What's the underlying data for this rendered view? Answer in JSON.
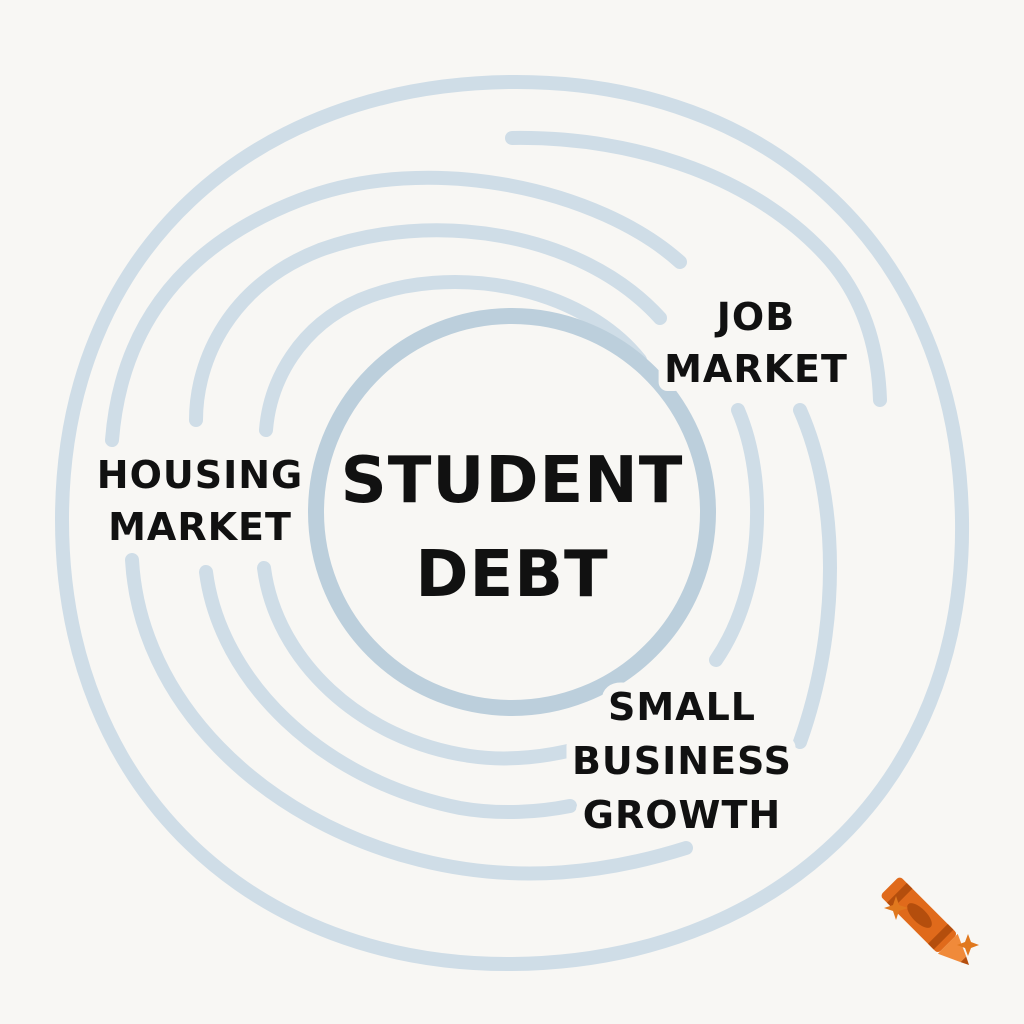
{
  "diagram": {
    "center": {
      "line1": "STUDENT",
      "line2": "DEBT"
    },
    "labels": {
      "job_market": [
        "JOB",
        "MARKET"
      ],
      "housing_market": [
        "HOUSING",
        "MARKET"
      ],
      "small_business": [
        "SMALL",
        "BUSINESS",
        "GROWTH"
      ]
    }
  },
  "colors": {
    "background": "#f8f7f4",
    "ring": "#cfdde7",
    "core_ring": "#bccfdc",
    "text": "#111111",
    "crayon_body": "#e06a1b",
    "crayon_dark": "#b44e0d",
    "sparkle": "#e0781e"
  },
  "icons": {
    "crayon": "crayon-icon",
    "sparkles": "sparkle-icon"
  }
}
